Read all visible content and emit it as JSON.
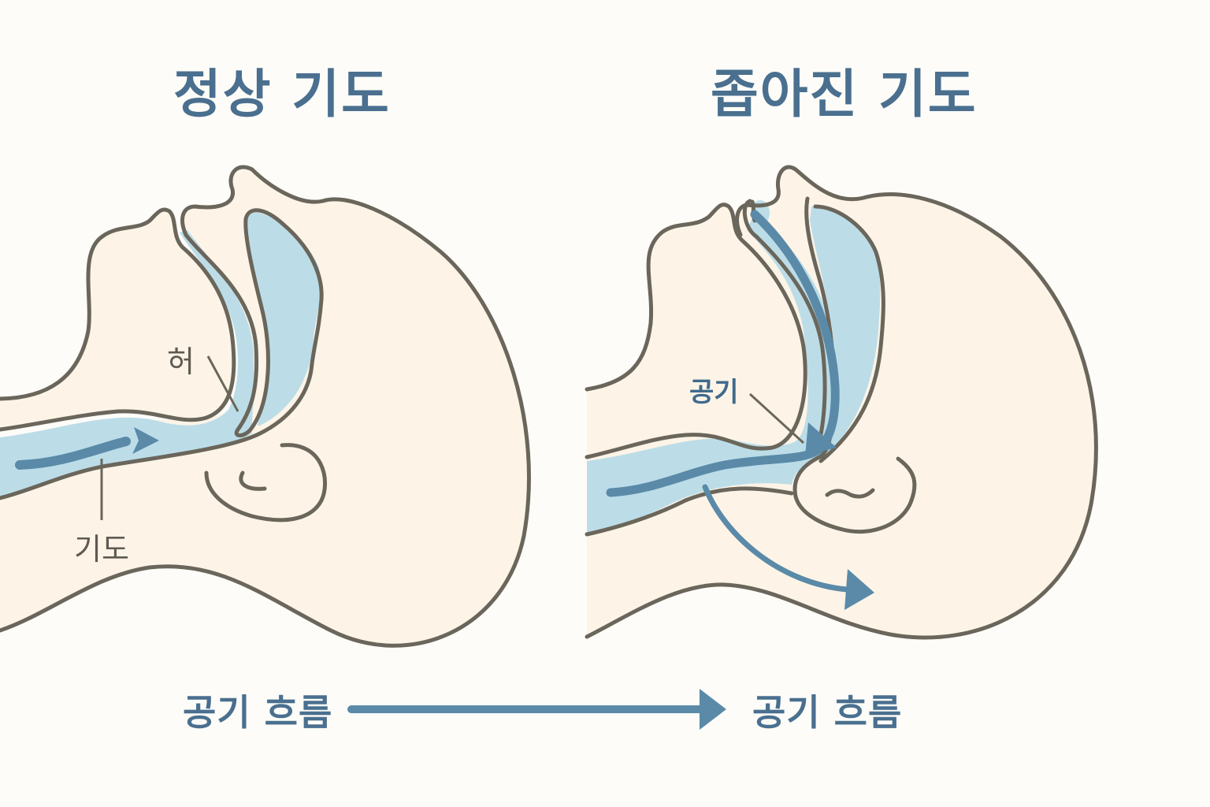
{
  "colors": {
    "background": "#fdfcf8",
    "skin_fill": "#fdf4e7",
    "outline": "#6b665b",
    "airway_fill": "#bcdde8",
    "arrow_blue": "#5a8aa8",
    "title_blue": "#4a6f8f"
  },
  "panels": [
    {
      "id": "normal",
      "title": "정상 기도",
      "labels": {
        "tongue": "허",
        "airway": "기도"
      },
      "arrows": [
        "airflow-right-arrow"
      ]
    },
    {
      "id": "narrowed",
      "title": "좁아진 기도",
      "labels": {
        "air": "공기"
      },
      "arrows": [
        "airflow-down-arrow",
        "airflow-diverted-arrow"
      ]
    }
  ],
  "bottom": {
    "left_label": "공기 흐름",
    "right_label": "공기 흐름",
    "arrow": "right-arrow"
  }
}
